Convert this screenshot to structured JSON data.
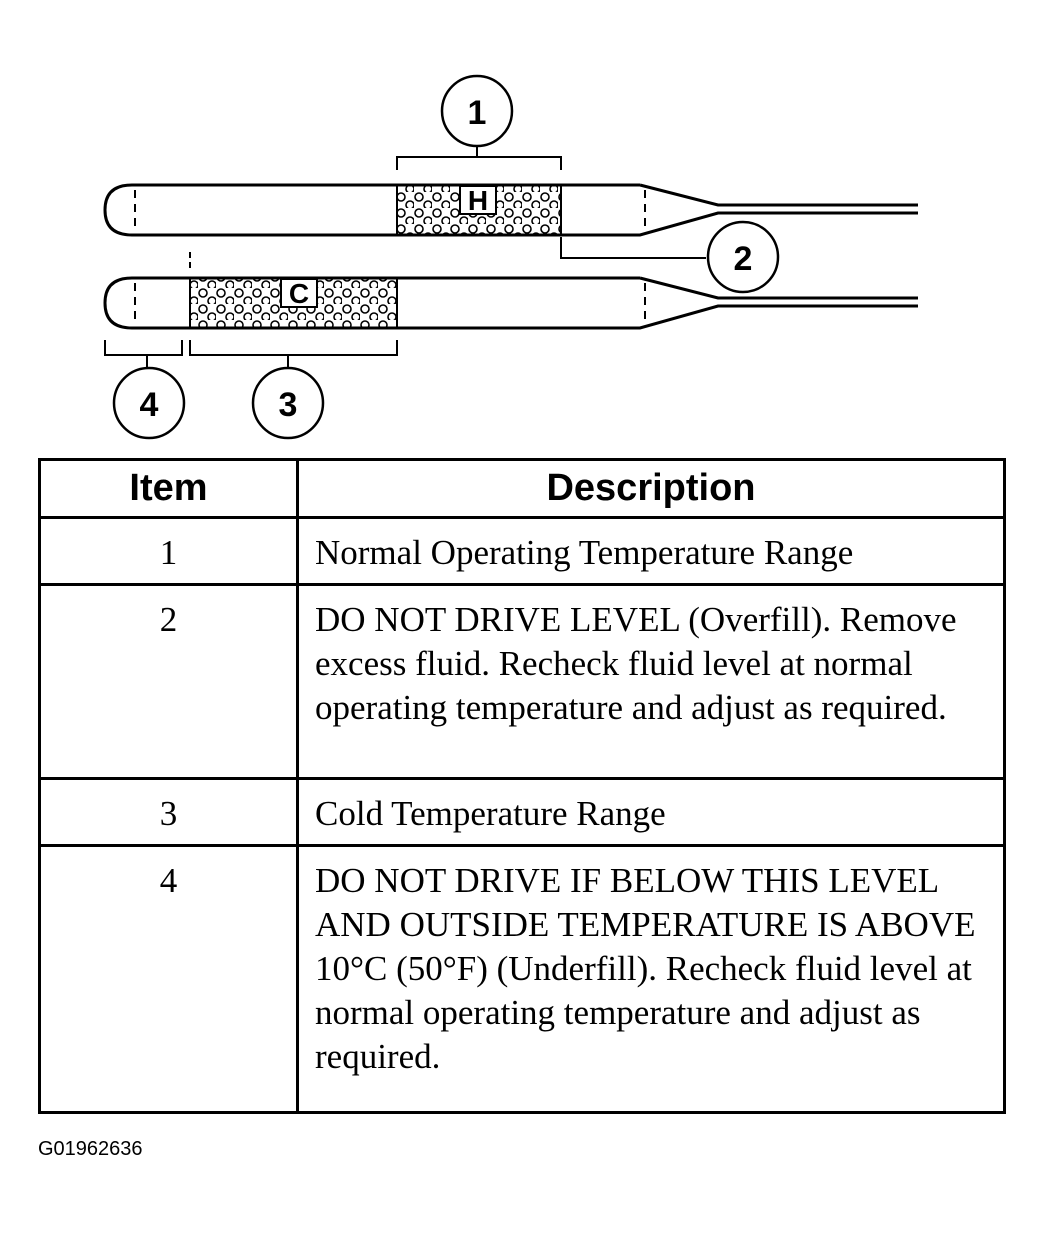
{
  "callouts": {
    "c1": "1",
    "c2": "2",
    "c3": "3",
    "c4": "4"
  },
  "zones": {
    "hot_letter": "H",
    "cold_letter": "C"
  },
  "table": {
    "header_item": "Item",
    "header_description": "Description",
    "rows": [
      {
        "item": "1",
        "description": "Normal Operating Temperature Range"
      },
      {
        "item": "2",
        "description": "DO NOT DRIVE LEVEL (Overfill). Remove excess fluid. Recheck fluid level at normal operating temperature and adjust as required."
      },
      {
        "item": "3",
        "description": "Cold Temperature Range"
      },
      {
        "item": "4",
        "description": "DO NOT DRIVE IF BELOW THIS LEVEL AND OUTSIDE TEMPERATURE IS ABOVE 10°C (50°F) (Underfill). Recheck fluid level at normal operating temperature and adjust as required."
      }
    ]
  },
  "figure_id": "G01962636"
}
